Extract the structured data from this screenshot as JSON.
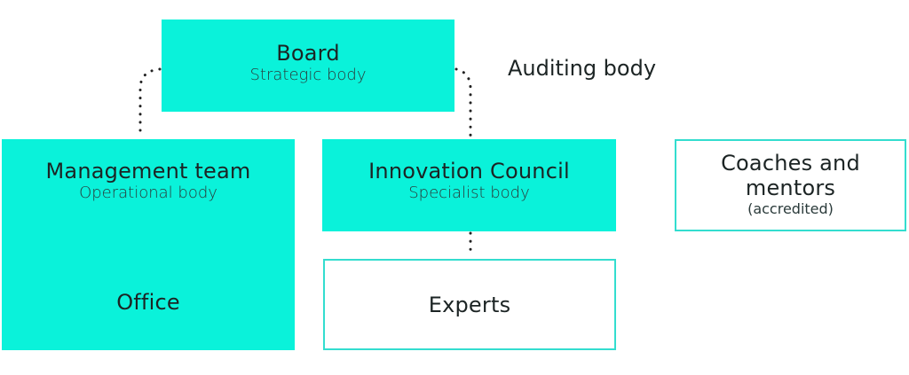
{
  "diagram": {
    "type": "organizational-chart",
    "colors": {
      "filled": "#0af2da",
      "outline": "#33ddcf",
      "connector": "#222222",
      "text": "#1c2424"
    },
    "nodes": {
      "board": {
        "title": "Board",
        "subtitle": "Strategic body",
        "style": "filled"
      },
      "auditing": {
        "title": "Auditing body",
        "style": "text-only"
      },
      "management": {
        "title": "Management team",
        "subtitle": "Operational body",
        "inner": "Office",
        "style": "filled"
      },
      "innovation": {
        "title": "Innovation Council",
        "subtitle": "Specialist body",
        "style": "filled"
      },
      "experts": {
        "title": "Experts",
        "style": "outlined"
      },
      "coaches": {
        "title_line1": "Coaches and",
        "title_line2": "mentors",
        "note": "(accredited)",
        "style": "outlined"
      }
    },
    "edges": [
      {
        "from": "board",
        "to": "management",
        "style": "dotted"
      },
      {
        "from": "board",
        "to": "innovation",
        "style": "dotted"
      },
      {
        "from": "innovation",
        "to": "experts",
        "style": "dotted"
      }
    ]
  }
}
